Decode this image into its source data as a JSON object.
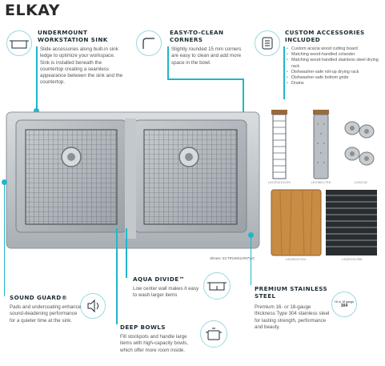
{
  "brand": {
    "logo": "ELKAY"
  },
  "features": {
    "undermount": {
      "title_line1": "UNDERMOUNT",
      "title_line2": "WORKSTATION SINK",
      "body": "Slide accessories along built-in sink ledge to optimize your workspace. Sink is installed beneath the countertop creating a seamless appearance between the sink and the countertop."
    },
    "corners": {
      "title_line1": "EASY-TO-CLEAN",
      "title_line2": "CORNERS",
      "body": "Slightly rounded 15 mm corners are easy to clean and add more space in the bowl."
    },
    "accessories": {
      "title_line1": "CUSTOM ACCESSORIES",
      "title_line2": "INCLUDED",
      "items": [
        "Custom acacia wood cutting board",
        "Matching wood-handled colander",
        "Matching wood-handled stainless steel drying rack",
        "Dishwasher-safe roll-up drying rack",
        "Dishwasher-safe bottom grids",
        "Drains"
      ]
    },
    "sound_guard": {
      "title": "SOUND GUARD®",
      "body": "Pads and undercoating enhance sound-deadening performance for a quieter time at the sink."
    },
    "aqua_divide": {
      "title": "AQUA DIVIDE™",
      "body": "Low center wall makes it easy to wash larger items"
    },
    "deep_bowls": {
      "title": "DEEP BOWLS",
      "body": "Fill stockpots and handle large items with high-capacity bowls, which offer more room inside."
    },
    "stainless": {
      "title_line1": "PREMIUM STAINLESS",
      "title_line2": "STEEL",
      "body": "Premium 16- or 18-gauge thickness Type 304 stainless steel for lasting strength, performance and beauty.",
      "badge_line1": "16 or 18 gauge",
      "badge_line2": "304"
    }
  },
  "captions": {
    "sink_model": "Shown: ECTRUM31195TWC",
    "sku1": "LKCR12131SS",
    "sku2": "LKCWD17SS",
    "sku3": "LKDC1D",
    "sku4": "LKCB1217AC",
    "sku5": "LKDR1317BK"
  },
  "icons": [
    "sink-outline-icon",
    "corner-icon",
    "accessories-icon",
    "sound-icon",
    "divide-icon",
    "pot-icon",
    "steel-badge-icon"
  ],
  "colors": {
    "accent": "#21b6c9",
    "heading": "#1c2b33",
    "steel": "#b8bec3"
  }
}
